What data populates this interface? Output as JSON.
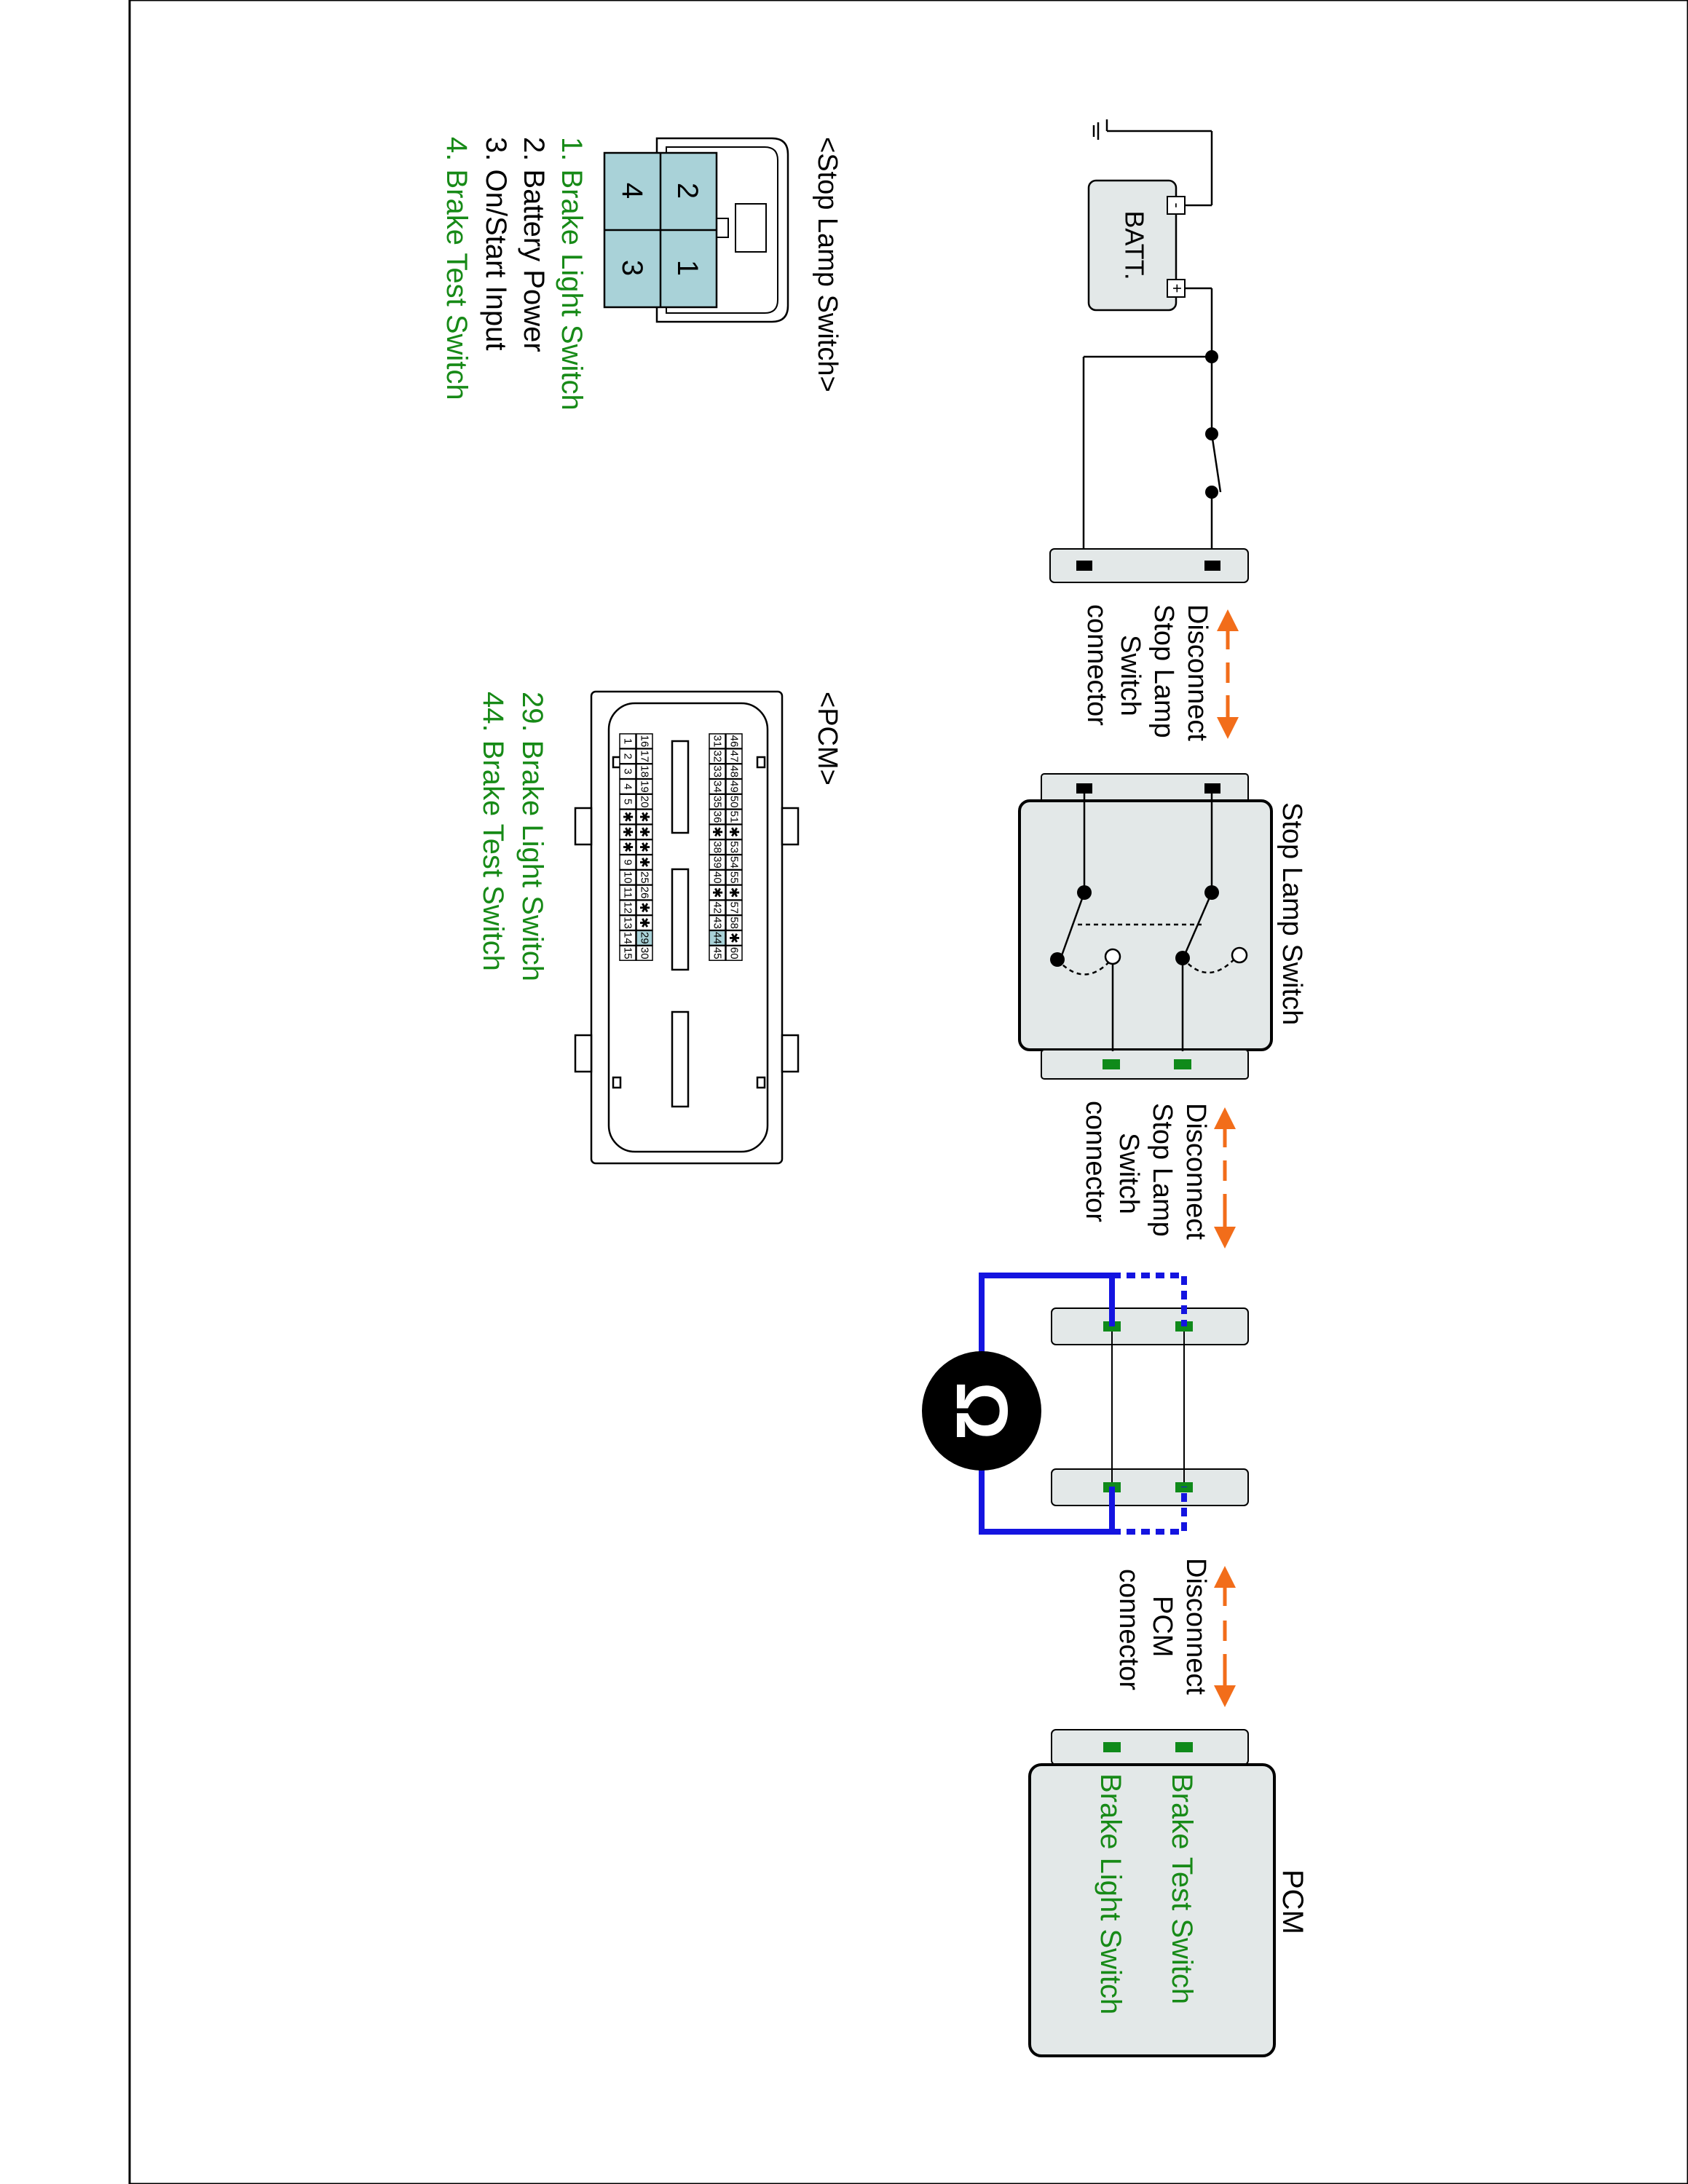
{
  "colors": {
    "frame": "#000000",
    "connector_fill": "#e3e8e8",
    "pin_green": "#0f8a1a",
    "arrow_orange": "#f26d1a",
    "probe_blue": "#1414e0",
    "label_green": "#178a17",
    "pin_highlight": "#a9d2d8",
    "pcm_fill": "#e3e8e8"
  },
  "battery": {
    "label": "BATT.",
    "minus": "-",
    "plus": "+"
  },
  "disconnect_labels": {
    "first": [
      "Disconnect",
      "Stop Lamp",
      "Switch",
      "connector"
    ],
    "second": [
      "Disconnect",
      "Stop Lamp",
      "Switch",
      "connector"
    ],
    "third": [
      "Disconnect",
      "PCM",
      "connector"
    ]
  },
  "stop_lamp_switch": {
    "title": "Stop Lamp Switch"
  },
  "ohmmeter": {
    "symbol": "Ω"
  },
  "pcm_module": {
    "title": "PCM",
    "pins": [
      "Brake Test Switch",
      "Brake Light Switch"
    ]
  },
  "stop_lamp_connector": {
    "title": "<Stop Lamp Switch>",
    "cells": [
      "1",
      "2",
      "3",
      "4"
    ],
    "legend": [
      {
        "text": "1. Brake Light Switch",
        "highlight": true
      },
      {
        "text": "2. Battery Power",
        "highlight": false
      },
      {
        "text": "3. On/Start Input",
        "highlight": false
      },
      {
        "text": "4. Brake Test Switch",
        "highlight": true
      }
    ]
  },
  "pcm_connector": {
    "title": "<PCM>",
    "rows": [
      [
        "46",
        "47",
        "48",
        "49",
        "50",
        "51",
        "✱",
        "53",
        "54",
        "55",
        "✱",
        "57",
        "58",
        "✱",
        "60"
      ],
      [
        "31",
        "32",
        "33",
        "34",
        "35",
        "36",
        "✱",
        "38",
        "39",
        "40",
        "✱",
        "42",
        "43",
        "44",
        "45"
      ],
      [
        "16",
        "17",
        "18",
        "19",
        "20",
        "✱",
        "✱",
        "✱",
        "✱",
        "25",
        "26",
        "✱",
        "✱",
        "29",
        "30"
      ],
      [
        "1",
        "2",
        "3",
        "4",
        "5",
        "✱",
        "✱",
        "✱",
        "9",
        "10",
        "11",
        "12",
        "13",
        "14",
        "15"
      ]
    ],
    "highlighted": [
      "29",
      "44"
    ],
    "legend": [
      "29. Brake Light Switch",
      "44. Brake Test Switch"
    ]
  }
}
